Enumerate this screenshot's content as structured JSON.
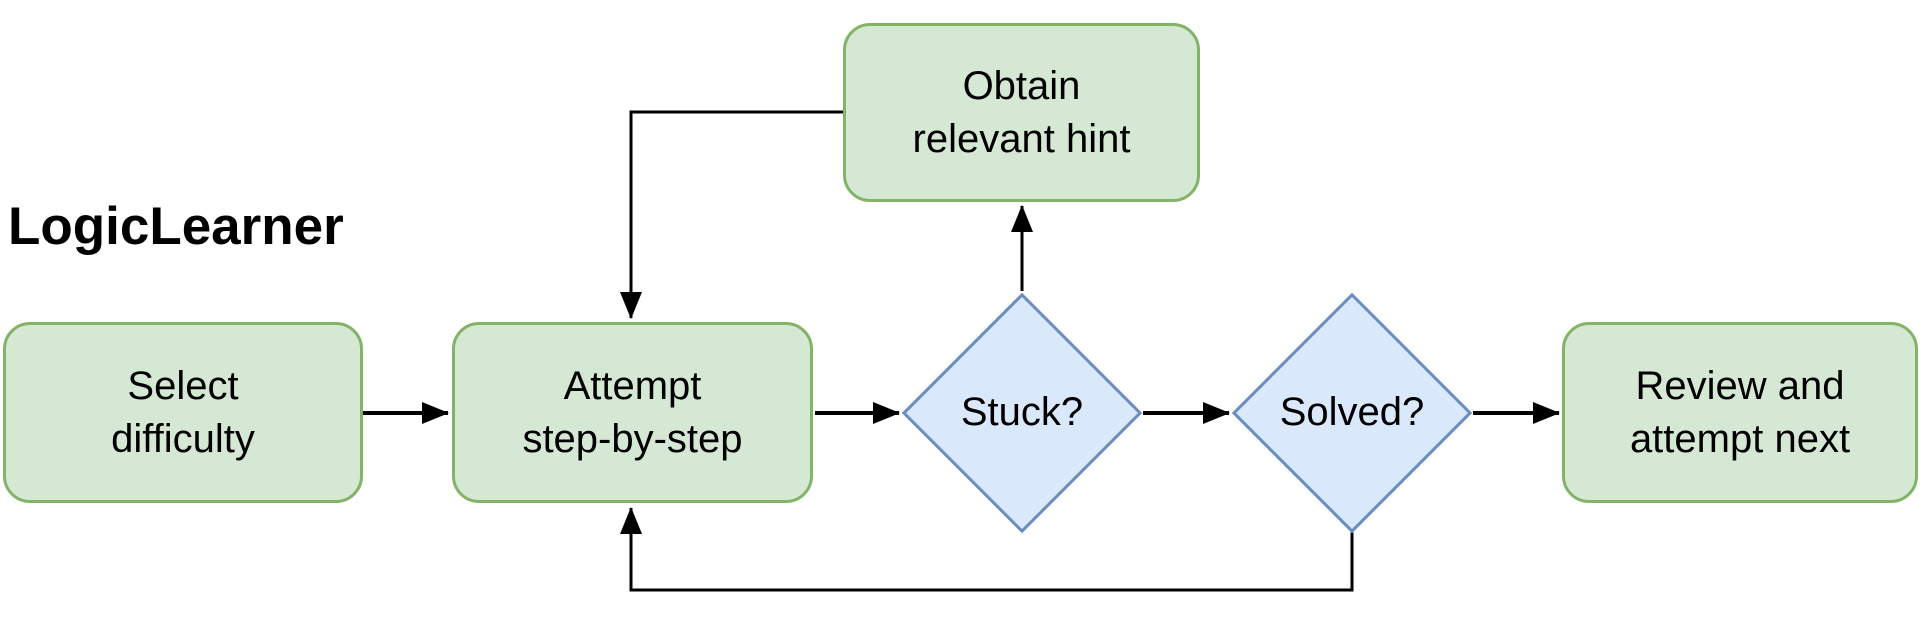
{
  "diagram": {
    "title": "LogicLearner",
    "colors": {
      "process_fill": "#d5e8d4",
      "process_stroke": "#82b366",
      "decision_fill": "#dae8fc",
      "decision_stroke": "#6c8ebf",
      "arrow": "#000000"
    },
    "nodes": [
      {
        "id": "select-difficulty",
        "type": "process",
        "label": "Select\ndifficulty"
      },
      {
        "id": "attempt-step-by-step",
        "type": "process",
        "label": "Attempt\nstep-by-step"
      },
      {
        "id": "obtain-relevant-hint",
        "type": "process",
        "label": "Obtain\nrelevant hint"
      },
      {
        "id": "stuck",
        "type": "decision",
        "label": "Stuck?"
      },
      {
        "id": "solved",
        "type": "decision",
        "label": "Solved?"
      },
      {
        "id": "review-and-attempt-next",
        "type": "process",
        "label": "Review and\nattempt next"
      }
    ],
    "edges": [
      {
        "from": "select-difficulty",
        "to": "attempt-step-by-step"
      },
      {
        "from": "attempt-step-by-step",
        "to": "stuck"
      },
      {
        "from": "stuck",
        "to": "obtain-relevant-hint"
      },
      {
        "from": "obtain-relevant-hint",
        "to": "attempt-step-by-step"
      },
      {
        "from": "stuck",
        "to": "solved"
      },
      {
        "from": "solved",
        "to": "review-and-attempt-next"
      },
      {
        "from": "solved",
        "to": "attempt-step-by-step"
      }
    ]
  }
}
